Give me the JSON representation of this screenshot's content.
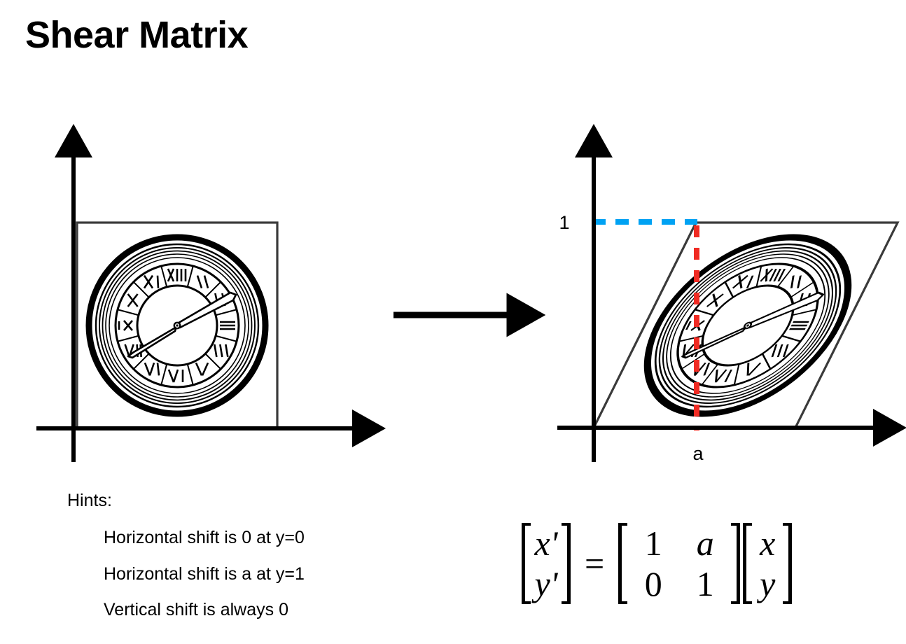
{
  "slide": {
    "title": "Shear Matrix",
    "background_color": "#ffffff"
  },
  "colors": {
    "ink": "#000000",
    "shape_outline": "#3a3a3a",
    "dashed_horizontal": "#00a2f3",
    "dashed_vertical": "#f02b23"
  },
  "left_figure": {
    "name": "original-clock-unit-square",
    "axis_labels": {
      "x": "",
      "y": ""
    },
    "shape": "square",
    "object": "clock"
  },
  "transform_arrow": {
    "direction": "right",
    "label": ""
  },
  "right_figure": {
    "name": "sheared-clock-parallelogram",
    "y_axis_tick_label": "1",
    "x_axis_tick_label": "a",
    "shape": "parallelogram",
    "object": "sheared-clock"
  },
  "hints": {
    "heading": "Hints:",
    "items": [
      "Horizontal shift is 0 at y=0",
      "Horizontal shift is a at y=1",
      "Vertical shift is always 0"
    ]
  },
  "equation": {
    "lhs": {
      "rows": [
        [
          "x'"
        ],
        [
          "y'"
        ]
      ]
    },
    "operator": "=",
    "matrix": {
      "rows": [
        [
          "1",
          "a"
        ],
        [
          "0",
          "1"
        ]
      ]
    },
    "rhs": {
      "rows": [
        [
          "x"
        ],
        [
          "y"
        ]
      ]
    }
  }
}
